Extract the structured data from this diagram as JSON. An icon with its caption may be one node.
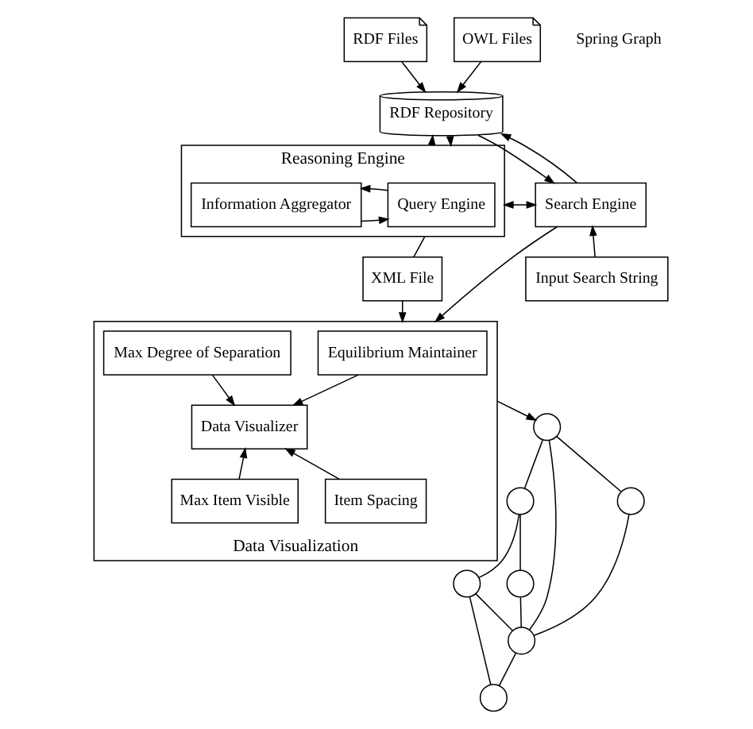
{
  "diagram": {
    "nodes": [
      {
        "text": [
          "RDF Files"
        ]
      },
      {
        "text": [
          "OWL Files"
        ]
      },
      {
        "text": [
          "RDF Repository"
        ]
      },
      {
        "text": [
          "Reasoning Engine"
        ]
      },
      {
        "text": [
          "Query Engine"
        ],
        "in": 3
      },
      {
        "text": [
          "Information Aggregator"
        ],
        "in": 3
      },
      {
        "text": [
          "XML File"
        ]
      },
      {
        "text": [
          "Data Visualization"
        ]
      },
      {
        "text": [
          "Equilibrium Maintainer"
        ],
        "in": 7
      },
      {
        "text": [
          "Max Degree of Separation"
        ],
        "in": 7
      },
      {
        "text": [
          "Data Visualizer"
        ],
        "in": 7
      },
      {
        "text": [
          "Max Item Visible"
        ],
        "in": 7
      },
      {
        "text": [
          "Item Spacing"
        ],
        "in": 7
      },
      {
        "text": [
          "Search Engine"
        ]
      },
      {
        "text": [
          "Input Search String"
        ]
      },
      {
        "text": [],
        "shape": "circle"
      },
      {
        "text": [],
        "shape": "circle"
      },
      {
        "text": [],
        "shape": "circle"
      },
      {
        "text": [],
        "shape": "circle"
      },
      {
        "text": [],
        "shape": "circle"
      },
      {
        "text": [],
        "shape": "circle"
      },
      {
        "text": [],
        "shape": "circle"
      }
    ],
    "labels": [
      "Spring Graph"
    ],
    "edges": [
      {
        "from": 0,
        "to": 2,
        "arrow": "to"
      },
      {
        "from": 1,
        "to": 2,
        "arrow": "to"
      },
      {
        "from": 3,
        "to": 2,
        "arrow": "to"
      },
      {
        "from": 2,
        "to": 3,
        "arrow": "to"
      },
      {
        "from": 5,
        "to": 4,
        "arrow": "to"
      },
      {
        "from": 4,
        "to": 5,
        "arrow": "to"
      },
      {
        "from": 13,
        "to": 3,
        "arrow": "both"
      },
      {
        "from": 13,
        "to": 2,
        "arrow": "to"
      },
      {
        "from": 2,
        "to": 13,
        "arrow": "to"
      },
      {
        "from": 14,
        "to": 13,
        "arrow": "to"
      },
      {
        "from": 13,
        "to": 7,
        "arrow": "to"
      },
      {
        "from": 3,
        "to": 6,
        "arrow": "none"
      },
      {
        "from": 6,
        "to": 7,
        "arrow": "to"
      },
      {
        "from": 8,
        "to": 10,
        "arrow": "to"
      },
      {
        "from": 9,
        "to": 10,
        "arrow": "to"
      },
      {
        "from": 11,
        "to": 10,
        "arrow": "to"
      },
      {
        "from": 12,
        "to": 10,
        "arrow": "to"
      },
      {
        "from": 7,
        "to": 15,
        "arrow": "to"
      },
      {
        "from": 15,
        "to": 16,
        "arrow": "none"
      },
      {
        "from": 15,
        "to": 17,
        "arrow": "none"
      },
      {
        "from": 15,
        "to": 20,
        "arrow": "none"
      },
      {
        "from": 16,
        "to": 20,
        "arrow": "none"
      },
      {
        "from": 17,
        "to": 18,
        "arrow": "none"
      },
      {
        "from": 17,
        "to": 19,
        "arrow": "none"
      },
      {
        "from": 18,
        "to": 20,
        "arrow": "none"
      },
      {
        "from": 19,
        "to": 20,
        "arrow": "none"
      },
      {
        "from": 19,
        "to": 21,
        "arrow": "none"
      },
      {
        "from": 20,
        "to": 21,
        "arrow": "none"
      }
    ]
  }
}
